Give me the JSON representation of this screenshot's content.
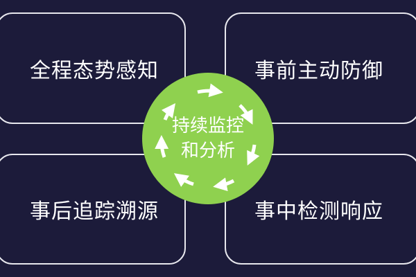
{
  "cards": {
    "top_left": "全程态势感知",
    "top_right": "事前主动防御",
    "bottom_left": "事后追踪溯源",
    "bottom_right": "事中检测响应"
  },
  "hub": {
    "line1": "持续监控",
    "line2": "和分析",
    "icon": "cycle-arrows-icon",
    "color": "#8fd14f"
  },
  "colors": {
    "background": "#1c1b3a",
    "border": "#e8e8ee",
    "text": "#ffffff"
  }
}
